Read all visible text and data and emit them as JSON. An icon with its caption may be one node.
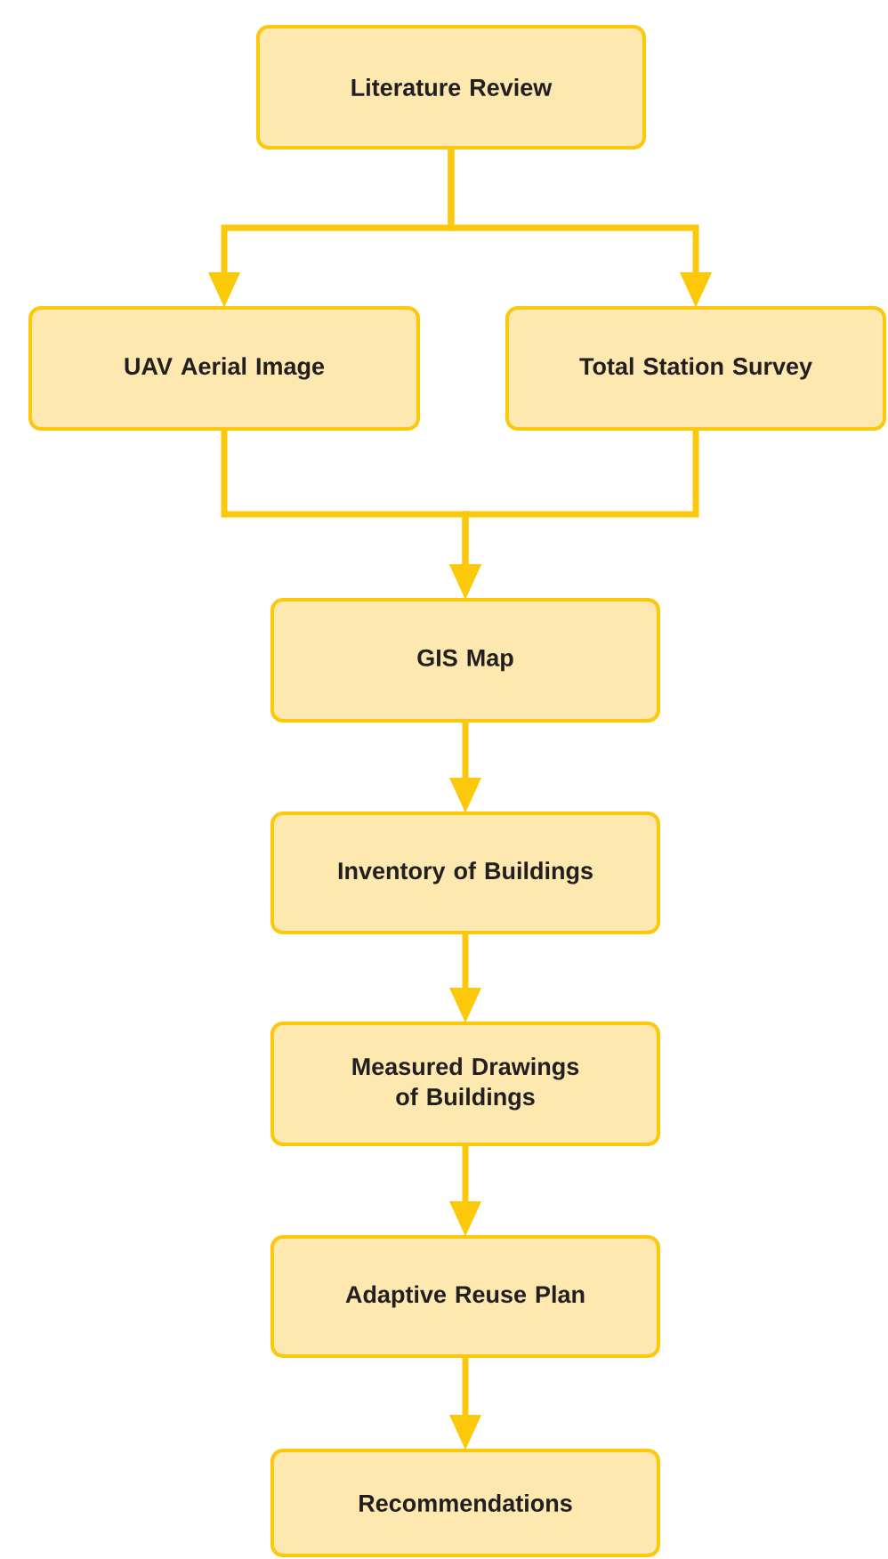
{
  "diagram": {
    "nodes": [
      {
        "text": [
          "Literature Review"
        ]
      },
      {
        "text": [
          "UAV Aerial Image"
        ]
      },
      {
        "text": [
          "Total Station Survey"
        ]
      },
      {
        "text": [
          "GIS Map"
        ]
      },
      {
        "text": [
          "Inventory of Buildings"
        ]
      },
      {
        "text": [
          "Measured Drawings of Buildings"
        ]
      },
      {
        "text": [
          "Adaptive Reuse Plan"
        ]
      },
      {
        "text": [
          "Recommendations"
        ]
      }
    ],
    "edges": [
      {
        "from": 0,
        "to": 1,
        "arrow": "to"
      },
      {
        "from": 0,
        "to": 2,
        "arrow": "to"
      },
      {
        "from": 1,
        "to": 3,
        "arrow": "to"
      },
      {
        "from": 2,
        "to": 3,
        "arrow": "to"
      },
      {
        "from": 3,
        "to": 4,
        "arrow": "to"
      },
      {
        "from": 4,
        "to": 5,
        "arrow": "to"
      },
      {
        "from": 5,
        "to": 6,
        "arrow": "to"
      },
      {
        "from": 6,
        "to": 7,
        "arrow": "to"
      }
    ]
  }
}
